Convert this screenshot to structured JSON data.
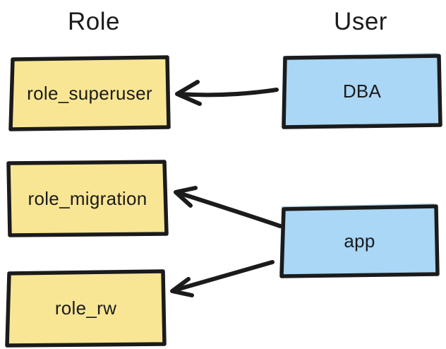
{
  "diagram": {
    "columns": [
      {
        "label": "Role"
      },
      {
        "label": "User"
      }
    ],
    "roles": [
      {
        "label": "role_superuser"
      },
      {
        "label": "role_migration"
      },
      {
        "label": "role_rw"
      }
    ],
    "users": [
      {
        "label": "DBA"
      },
      {
        "label": "app"
      }
    ],
    "edges": [
      {
        "from": "DBA",
        "to": "role_superuser"
      },
      {
        "from": "app",
        "to": "role_migration"
      },
      {
        "from": "app",
        "to": "role_rw"
      }
    ],
    "colors": {
      "role_fill": "#f9e695",
      "user_fill": "#a9d7f5",
      "stroke": "#1b1b1b",
      "text": "#1b1b1b",
      "background": "#ffffff"
    }
  }
}
